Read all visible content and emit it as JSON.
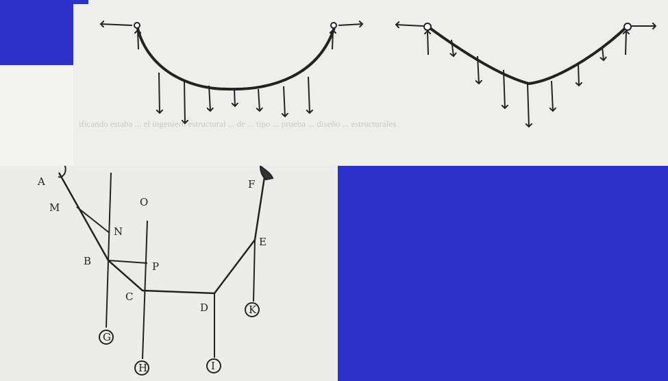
{
  "colors": {
    "background": "#2e31c9",
    "paper": "#eeeeec",
    "ink": "#222222"
  },
  "top_figure": {
    "faint_text": "ificando estaba ... el ingeniero estructural ... de ... tipo ... prueba ... diseño ... estructurales"
  },
  "bottom_figure": {
    "labels": {
      "A": "A",
      "M": "M",
      "N": "N",
      "O": "O",
      "B": "B",
      "P": "P",
      "C": "C",
      "D": "D",
      "E": "E",
      "F": "F",
      "G": "G",
      "H": "H",
      "I": "I",
      "K": "K"
    }
  }
}
